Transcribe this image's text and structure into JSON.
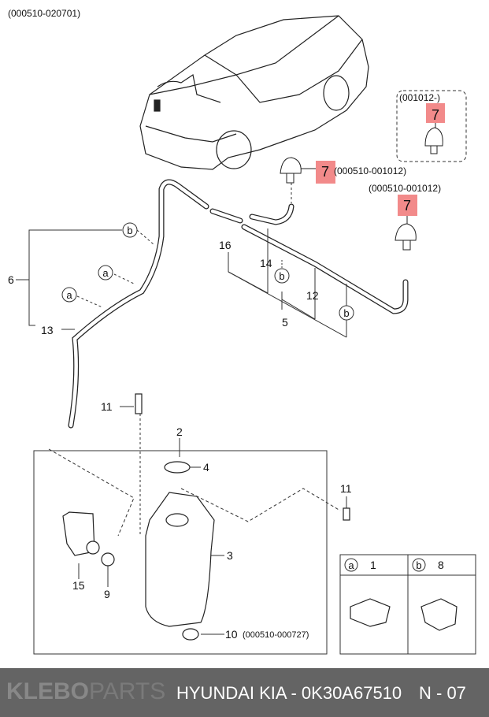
{
  "diagram": {
    "header_code": "(000510-020701)",
    "callouts": {
      "c1": "1",
      "c2": "2",
      "c3": "3",
      "c4": "4",
      "c5": "5",
      "c6": "6",
      "c7": "7",
      "c8": "8",
      "c9": "9",
      "c10": "10",
      "c11": "11",
      "c12": "12",
      "c13": "13",
      "c14": "14",
      "c15": "15",
      "c16": "16"
    },
    "letters": {
      "a": "a",
      "b": "b"
    },
    "codes": {
      "nozzle_box": "(001012-)",
      "nozzle_left": "(000510-001012)",
      "nozzle_right": "(000510-001012)",
      "grommet": "(000510-000727)"
    },
    "highlight_color": "#f28a8a"
  },
  "footer": {
    "watermark_bold": "KLEBO",
    "watermark_light": "PARTS",
    "part_text": "HYUNDAI KIA - 0K30A67510",
    "page_code": "N - 07"
  }
}
